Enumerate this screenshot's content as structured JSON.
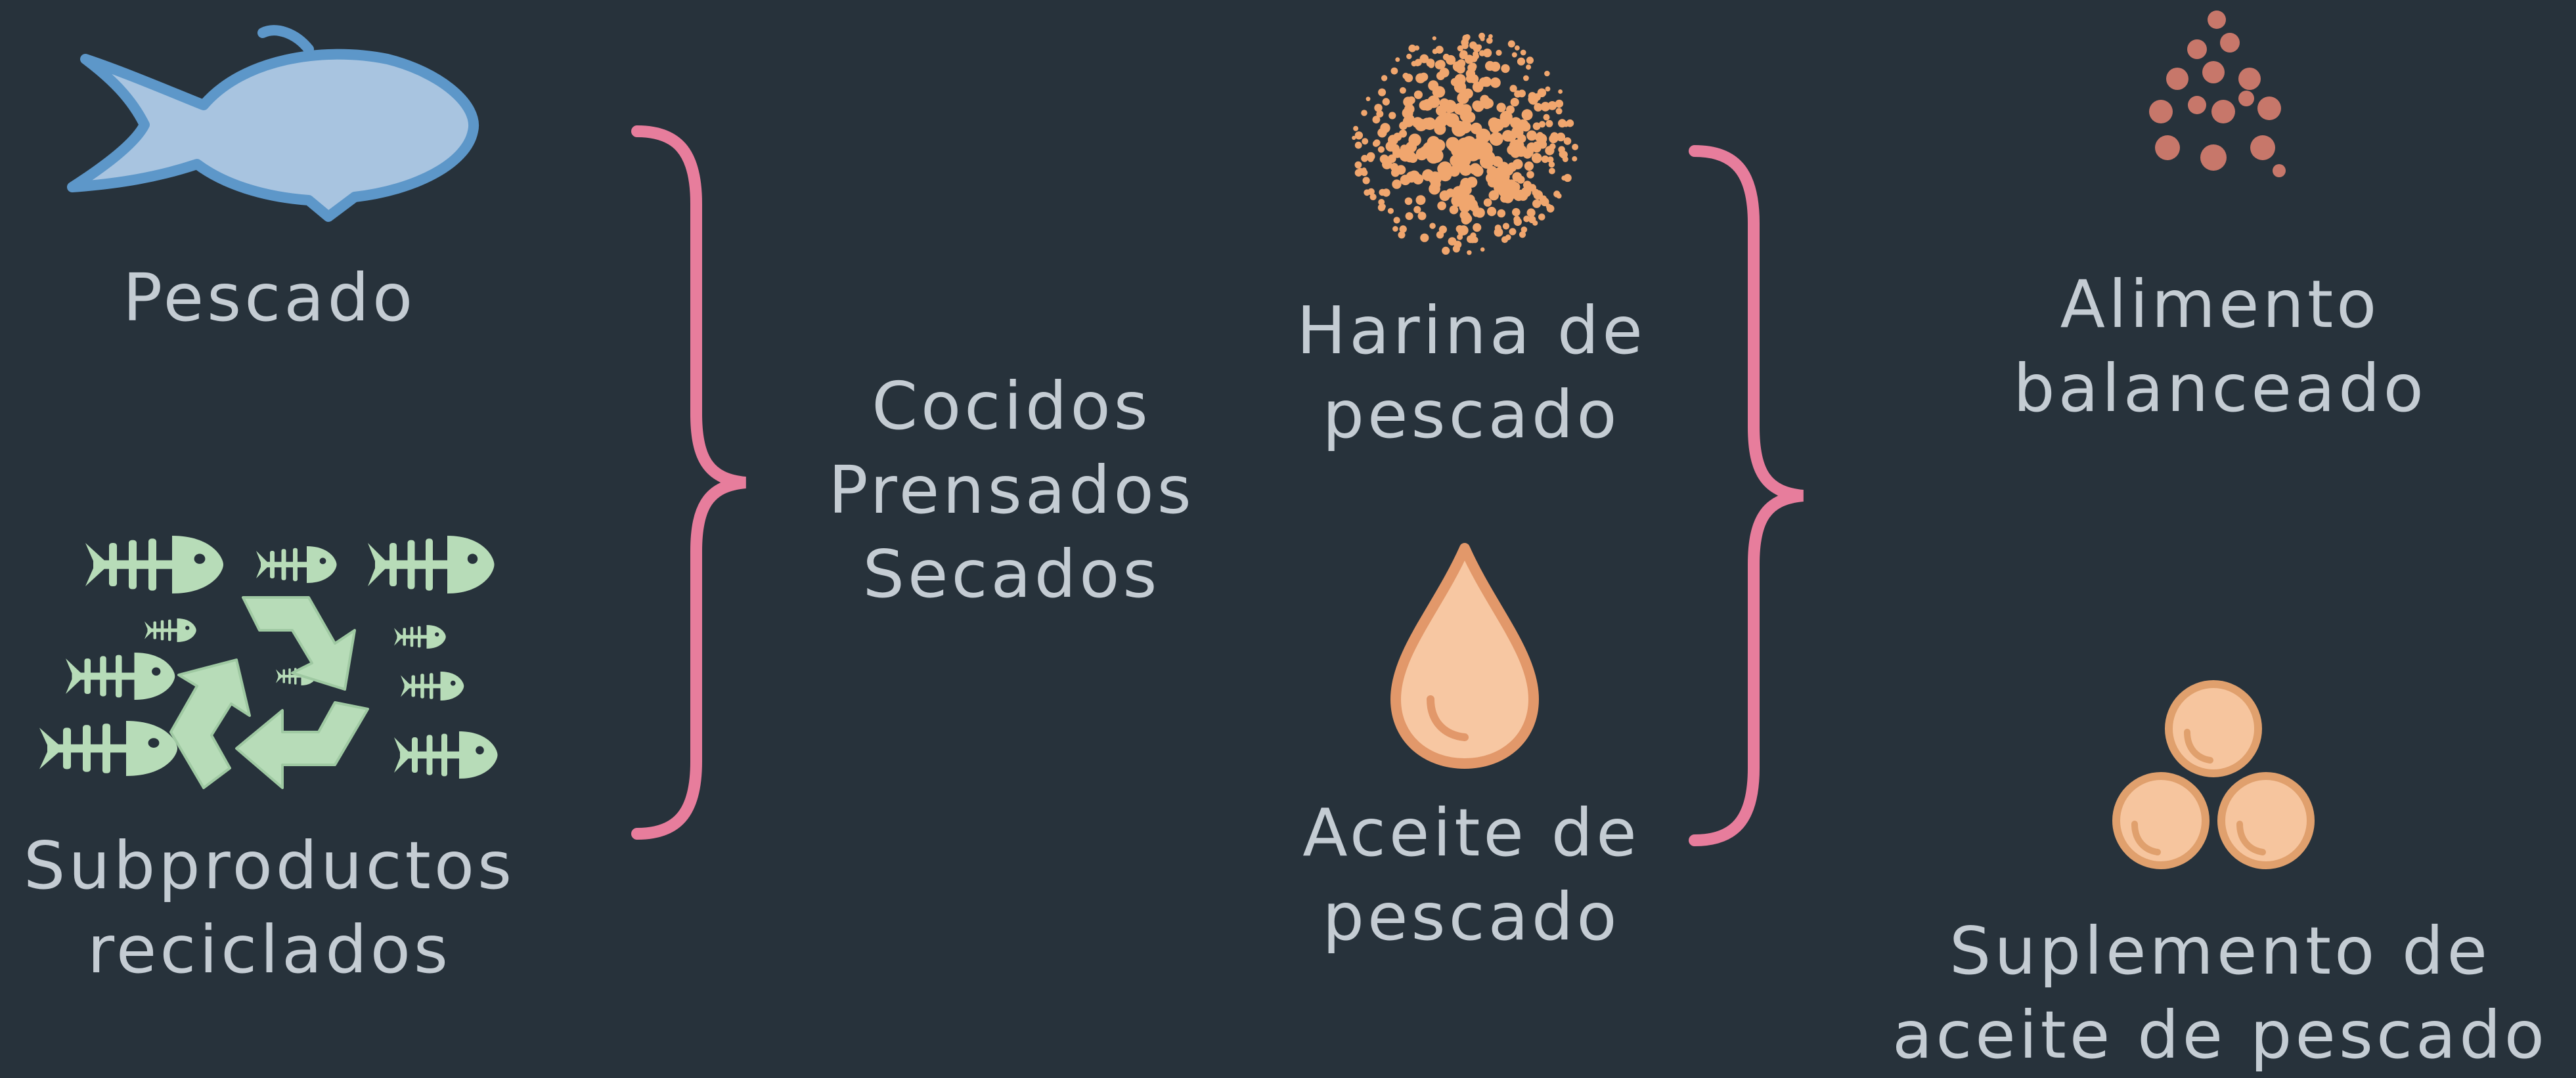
{
  "inputs": {
    "fish": {
      "label": "Pescado",
      "icon": "fish-icon"
    },
    "byproducts": {
      "label_lines": [
        "Subproductos",
        "reciclados"
      ],
      "icon": "recycled-fish-bones-icon"
    }
  },
  "process": {
    "steps": [
      "Cocidos",
      "Prensados",
      "Secados"
    ]
  },
  "intermediates": {
    "meal": {
      "label_lines": [
        "Harina de",
        "pescado"
      ],
      "icon": "fish-meal-powder-icon"
    },
    "oil": {
      "label_lines": [
        "Aceite de",
        "pescado"
      ],
      "icon": "oil-drop-icon"
    }
  },
  "outputs": {
    "feed": {
      "label_lines": [
        "Alimento",
        "balanceado"
      ],
      "icon": "feed-pellets-icon"
    },
    "supplement": {
      "label_lines": [
        "Suplemento de",
        "aceite de pescado"
      ],
      "icon": "capsules-icon"
    }
  },
  "colors": {
    "background": "#27323b",
    "text": "#c4ccd3",
    "brace": "#e77d9c",
    "fish_fill": "#a8c4e0",
    "fish_stroke": "#5d97c9",
    "byproduct_green": "#b7dcb8",
    "meal": "#f0a66e",
    "oil_fill": "#f7c7a2",
    "oil_stroke": "#e2986a",
    "feed": "#c7776a",
    "capsule_fill": "#f6c59e",
    "capsule_stroke": "#e0a06d"
  }
}
